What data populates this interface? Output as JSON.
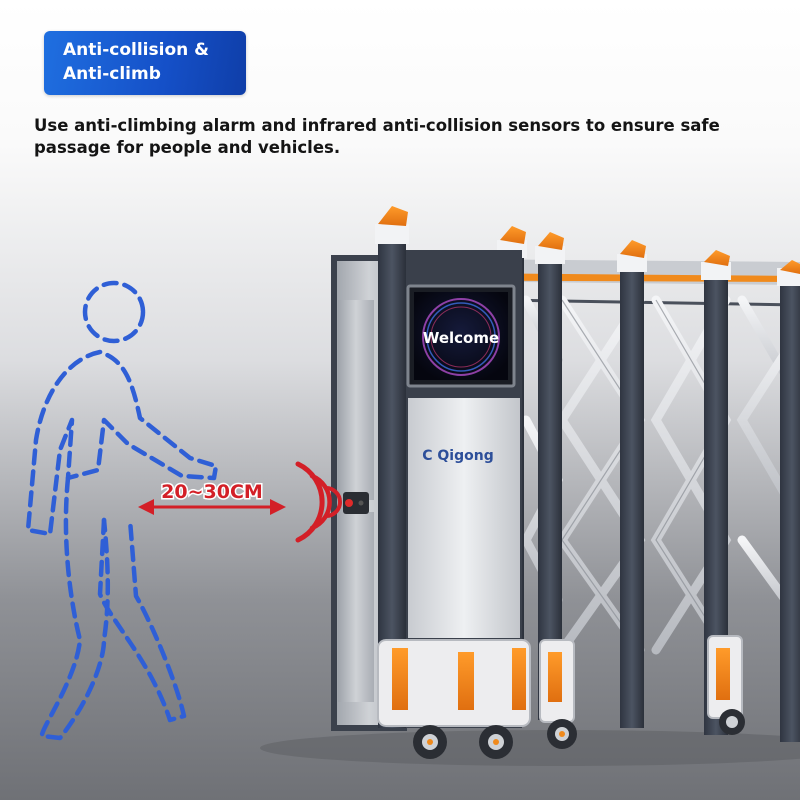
{
  "badge": {
    "line1": "Anti-collision &",
    "line2": "Anti-climb"
  },
  "description": "Use anti-climbing alarm and infrared anti-collision sensors to ensure safe passage for people and vehicles.",
  "distance_label": "20~30CM",
  "screen_text": "Welcome",
  "panel_brand": "C Qigong",
  "colors": {
    "badge_blue": "#1a5fd8",
    "pedestrian_outline": "#2f5fd6",
    "sensor_red": "#d31f27",
    "gate_frame": "#3e4553",
    "gate_cap_orange": "#f08a1c"
  },
  "icons": {
    "pedestrian": "walking-person-outline-icon",
    "sensor_waves": "infrared-signal-icon"
  }
}
